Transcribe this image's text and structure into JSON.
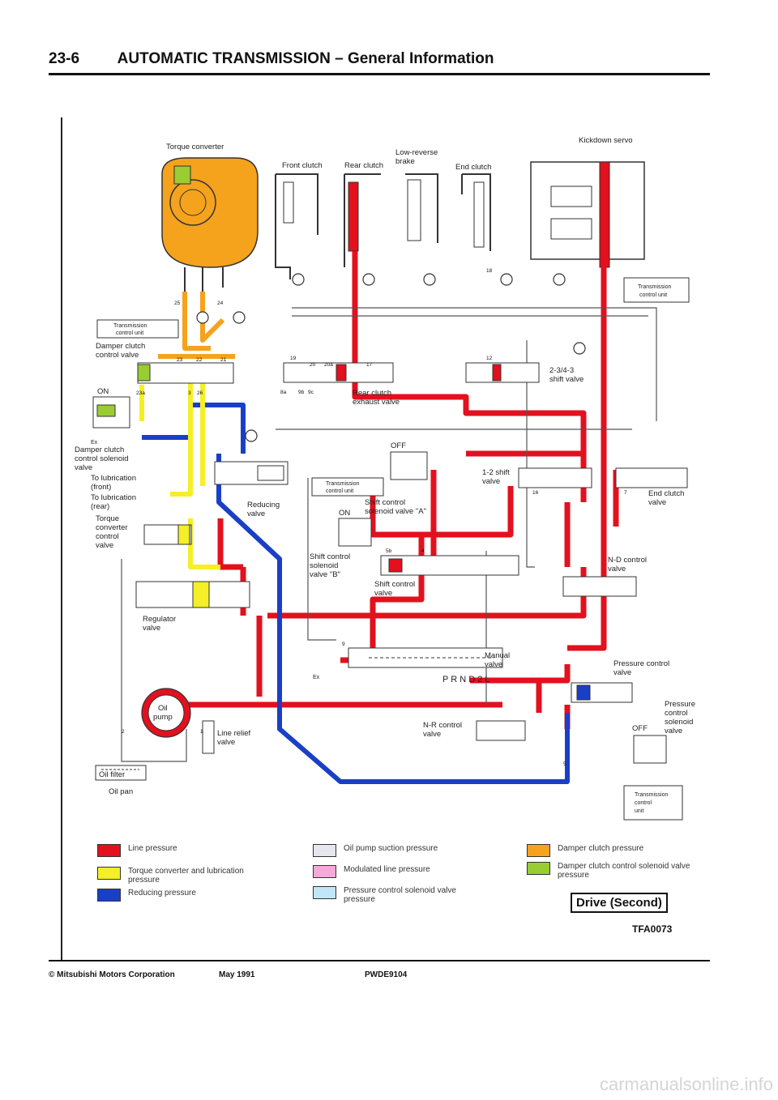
{
  "header": {
    "page_number": "23-6",
    "title": "AUTOMATIC TRANSMISSION",
    "separator": "–",
    "subtitle": "General Information"
  },
  "labels": {
    "torque_converter": "Torque converter",
    "front_clutch": "Front clutch",
    "rear_clutch": "Rear clutch",
    "low_reverse_brake_1": "Low-reverse",
    "low_reverse_brake_2": "brake",
    "end_clutch": "End clutch",
    "kickdown_servo": "Kickdown servo",
    "tcu": "Transmission",
    "tcu2": "control unit",
    "tcu3": "unit",
    "control": "control",
    "damper_clutch_valve_1": "Damper clutch",
    "damper_clutch_valve_2": "control valve",
    "on": "ON",
    "off": "OFF",
    "ex": "Ex",
    "damper_solenoid_1": "Damper clutch",
    "damper_solenoid_2": "control solenoid",
    "damper_solenoid_3": "valve",
    "lub_front_1": "To lubrication",
    "lub_front_2": "(front)",
    "lub_rear_1": "To lubrication",
    "lub_rear_2": "(rear)",
    "tc_valve_1": "Torque",
    "tc_valve_2": "converter",
    "tc_valve_3": "control",
    "tc_valve_4": "valve",
    "reducing_1": "Reducing",
    "reducing_2": "valve",
    "rear_exhaust_1": "Rear clutch",
    "rear_exhaust_2": "exhaust valve",
    "shift234_1": "2-3/4-3",
    "shift234_2": "shift valve",
    "shift12_1": "1-2 shift",
    "shift12_2": "valve",
    "end_clutch_valve_1": "End clutch",
    "end_clutch_valve_2": "valve",
    "solA_1": "Shift control",
    "solA_2": "solenoid valve \"A\"",
    "solB_1": "Shift control",
    "solB_2": "solenoid",
    "solB_3": "valve \"B\"",
    "shift_control_1": "Shift control",
    "shift_control_2": "valve",
    "nd_1": "N-D control",
    "nd_2": "valve",
    "regulator_1": "Regulator",
    "regulator_2": "valve",
    "manual_1": "Manual",
    "manual_2": "valve",
    "prnd": "P R N D 2 L",
    "pressure_control_valve_1": "Pressure control",
    "pressure_control_valve_2": "valve",
    "pcs_1": "Pressure",
    "pcs_2": "control",
    "pcs_3": "solenoid",
    "pcs_4": "valve",
    "oil_pump_1": "Oil",
    "oil_pump_2": "pump",
    "line_relief_1": "Line relief",
    "line_relief_2": "valve",
    "nr_1": "N-R control",
    "nr_2": "valve",
    "oil_filter": "Oil filter",
    "oil_pan": "Oil pan"
  },
  "numbers": [
    "25",
    "24",
    "23",
    "22",
    "21",
    "23a",
    "3",
    "26",
    "19",
    "20",
    "20a",
    "17",
    "8a",
    "9b",
    "9c",
    "12",
    "18",
    "16",
    "7",
    "9",
    "5b",
    "4",
    "2",
    "1",
    "5"
  ],
  "legend": [
    {
      "color": "#e3101e",
      "text": "Line pressure"
    },
    {
      "color": "#f4ef26",
      "text": "Torque converter and lubrication pressure"
    },
    {
      "color": "#1a3fc7",
      "text": "Reducing pressure"
    },
    {
      "color": "#e6e6ee",
      "text": "Oil pump suction pressure"
    },
    {
      "color": "#f4a9d8",
      "text": "Modulated line pressure"
    },
    {
      "color": "#bfe7f7",
      "text": "Pressure control solenoid valve pressure"
    },
    {
      "color": "#f5a21d",
      "text": "Damper clutch pressure"
    },
    {
      "color": "#9acd32",
      "text": "Damper clutch control solenoid valve pressure"
    }
  ],
  "drive_label": "Drive (Second)",
  "figure_code": "TFA0073",
  "footer": {
    "copyright": "© Mitsubishi Motors Corporation",
    "date": "May 1991",
    "code": "PWDE9104"
  },
  "watermark": "carmanualsonline.info",
  "colors": {
    "line": "#e3101e",
    "tc": "#f4ef26",
    "reducing": "#1a3fc7",
    "damper": "#f5a21d",
    "damper_sol": "#9acd32",
    "outline": "#333333"
  }
}
